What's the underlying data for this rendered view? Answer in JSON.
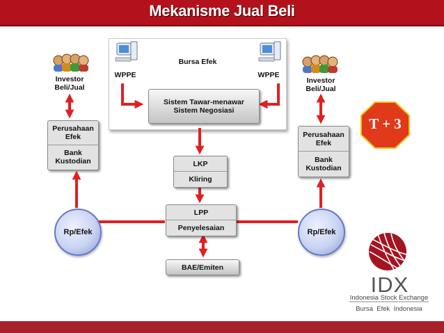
{
  "title": "Mekanisme Jual Beli",
  "bursa": {
    "label": "Bursa Efek",
    "wppe_left": "WPPE",
    "wppe_right": "WPPE",
    "system_line1": "Sistem Tawar-menawar",
    "system_line2": "Sistem Negosiasi"
  },
  "left": {
    "investor_line1": "Investor",
    "investor_line2": "Beli/Jual",
    "perusahaan_line1": "Perusahaan",
    "perusahaan_line2": "Efek",
    "bank_line1": "Bank",
    "bank_line2": "Kustodian",
    "circle": "Rp/Efek"
  },
  "right": {
    "investor_line1": "Investor",
    "investor_line2": "Beli/Jual",
    "perusahaan_line1": "Perusahaan",
    "perusahaan_line2": "Efek",
    "bank_line1": "Bank",
    "bank_line2": "Kustodian",
    "circle": "Rp/Efek"
  },
  "center": {
    "lkp_label": "LKP",
    "kliring_label": "Kliring",
    "lpp_label": "LPP",
    "penyelesaian_label": "Penyelesaian",
    "bae_label": "BAE/Emiten"
  },
  "settlement_badge": "T + 3",
  "logo": {
    "name": "IDX",
    "line1": "Indonesia Stock Exchange",
    "line2": "Bursa  Efek  Indonesia"
  },
  "colors": {
    "header": "#b3121c",
    "arrow": "#e02020",
    "badge": "#e03a1a",
    "badge_outline": "#f2c014",
    "circle_border": "#6677c4"
  }
}
